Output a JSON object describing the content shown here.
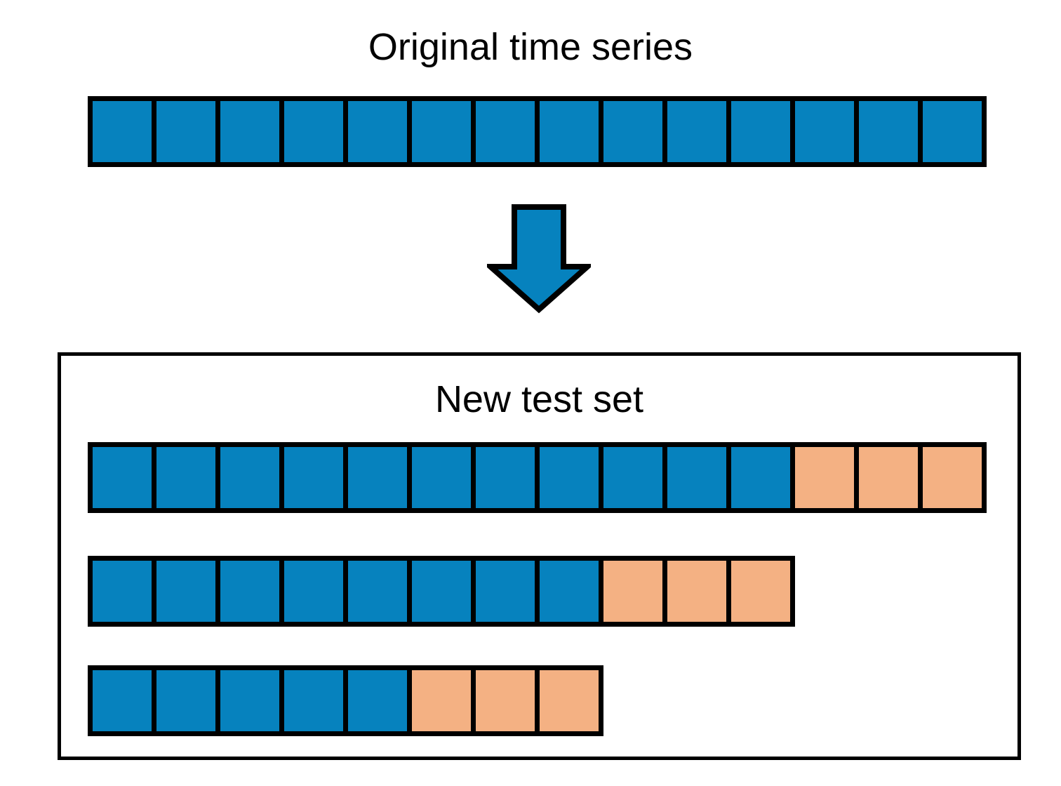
{
  "titles": {
    "original": "Original time series",
    "test_set": "New test set"
  },
  "colors": {
    "train": "#0682BE",
    "test": "#F4B183",
    "outline": "#000000",
    "background": "#FFFFFF"
  },
  "original_series": {
    "label": "Original time series",
    "train_cells": 14,
    "test_cells": 0,
    "total_cells": 14
  },
  "arrow": {
    "name": "transform-arrow",
    "direction": "down"
  },
  "test_set_rows": [
    {
      "label": "test-split-1",
      "train_cells": 11,
      "test_cells": 3,
      "total_cells": 14
    },
    {
      "label": "test-split-2",
      "train_cells": 8,
      "test_cells": 3,
      "total_cells": 11
    },
    {
      "label": "test-split-3",
      "train_cells": 5,
      "test_cells": 3,
      "total_cells": 8
    }
  ]
}
